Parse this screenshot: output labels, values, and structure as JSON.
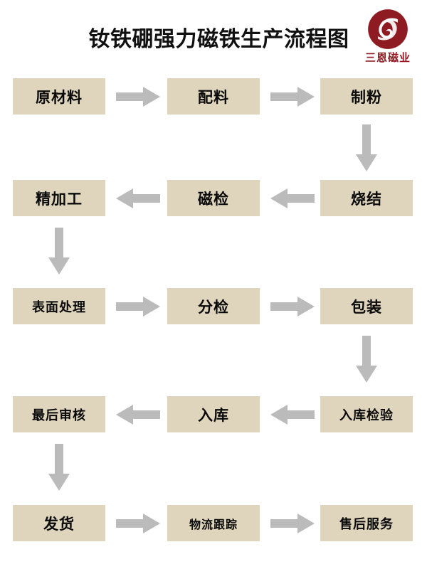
{
  "header": {
    "title": "钕铁硼强力磁铁生产流程图",
    "logo": {
      "icon": "spiral-swirl-logo",
      "brand_text": "三恩磁业",
      "brand_color": "#8E1B22"
    }
  },
  "theme": {
    "node_fill": "#DED5BC",
    "node_text": "#0A0A0A",
    "arrow_fill": "#BBBBBB",
    "background": "#FFFFFF"
  },
  "flow": {
    "rows": [
      {
        "direction": "right",
        "nodes": [
          "原材料",
          "配料",
          "制粉"
        ]
      },
      {
        "direction": "left",
        "nodes": [
          "精加工",
          "磁检",
          "烧结"
        ]
      },
      {
        "direction": "right",
        "nodes": [
          "表面处理",
          "分检",
          "包装"
        ]
      },
      {
        "direction": "left",
        "nodes": [
          "最后审核",
          "入库",
          "入库检验"
        ]
      },
      {
        "direction": "right",
        "nodes": [
          "发货",
          "物流跟踪",
          "售后服务"
        ]
      }
    ],
    "connectors": [
      {
        "from": "制粉",
        "to": "烧结",
        "side": "right",
        "direction": "down"
      },
      {
        "from": "精加工",
        "to": "表面处理",
        "side": "left",
        "direction": "down"
      },
      {
        "from": "包装",
        "to": "入库检验",
        "side": "right",
        "direction": "down"
      },
      {
        "from": "最后审核",
        "to": "发货",
        "side": "left",
        "direction": "down"
      }
    ]
  }
}
